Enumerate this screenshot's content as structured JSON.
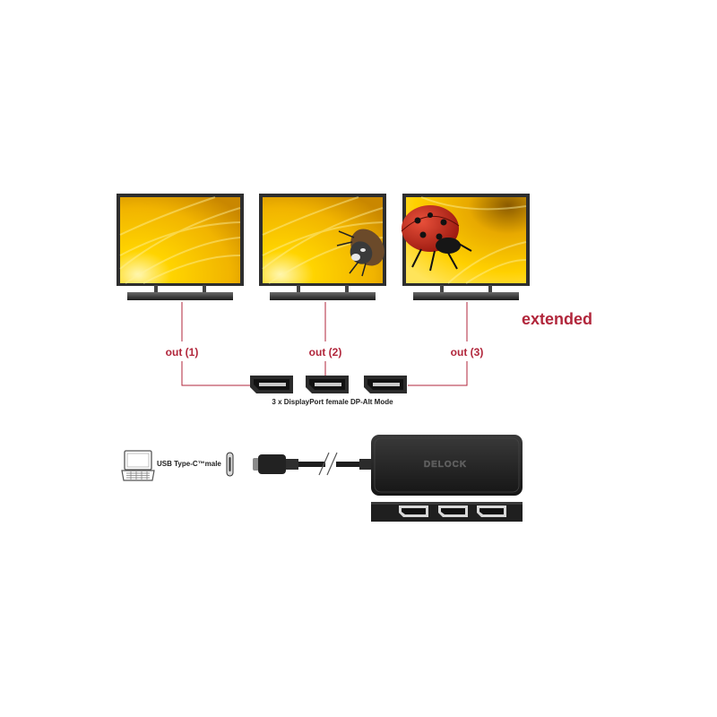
{
  "colors": {
    "accent": "#b1263b",
    "bezel": "#2e2e2e",
    "device": "#2a2a2a",
    "screen_yellow": "#f4c300"
  },
  "diagram": {
    "mode_label": "extended",
    "outputs": [
      {
        "label": "out (1)"
      },
      {
        "label": "out (2)"
      },
      {
        "label": "out (3)"
      }
    ],
    "ports_caption": "3 x DisplayPort female DP-Alt Mode",
    "input_caption": "USB Type-C™male",
    "brand": "DELOCK"
  }
}
